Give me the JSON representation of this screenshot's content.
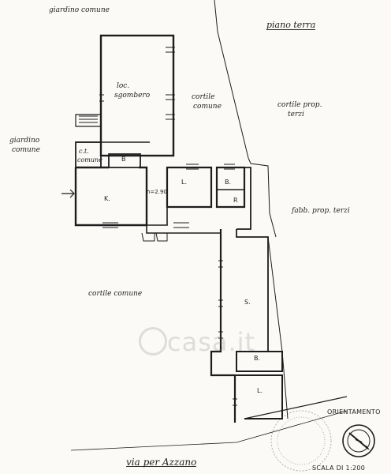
{
  "labels": {
    "giardino_top": "giardino comune",
    "piano_terra": "piano terra",
    "loc_sgombero_1": "loc.",
    "loc_sgombero_2": "sgombero",
    "cortile_comune_top_1": "cortile",
    "cortile_comune_top_2": "comune",
    "cortile_prop_1": "cortile prop.",
    "cortile_prop_2": "terzi",
    "giardino_left_1": "giardino",
    "giardino_left_2": "comune",
    "ct_1": "c.t.",
    "ct_2": "comune",
    "room_b1": "B",
    "room_k": "K.",
    "height": "h=2.90",
    "room_l1": "L.",
    "room_b2": "B.",
    "room_r": "R",
    "fabb_terzi": "fabb. prop. terzi",
    "cortile_comune_bottom": "cortile comune",
    "room_s": "S.",
    "room_b3": "B.",
    "room_l2": "L.",
    "orientamento": "ORIENTAMENTO",
    "scala": "SCALA DI 1:200",
    "via": "via per Azzano",
    "watermark": "casa.it"
  },
  "icons": {
    "compass": "compass-rose-icon",
    "stamp": "stamp-seal-icon"
  },
  "colors": {
    "line": "#1d1d1d",
    "paper": "#fbfaf7"
  }
}
